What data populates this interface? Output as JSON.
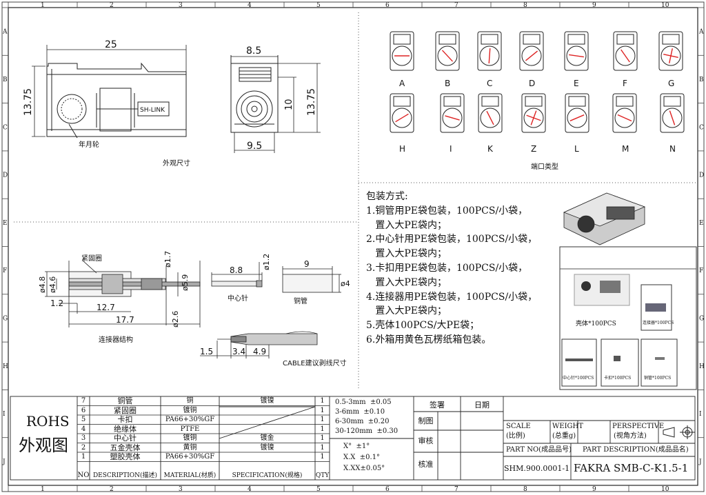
{
  "frame": {
    "cols": [
      "1",
      "2",
      "3",
      "4",
      "5",
      "6",
      "7",
      "8",
      "9",
      "10"
    ],
    "rows": [
      "A",
      "B",
      "C",
      "D",
      "E",
      "F",
      "G",
      "H",
      "I",
      "J"
    ]
  },
  "view_main": {
    "dim_length": "25",
    "dim_height": "13.75",
    "label_wheel": "年月轮",
    "brand": "SH-LINK",
    "dim_width": "8.5",
    "dim_inner": "9.5",
    "dim_h10": "10",
    "dim_h1375": "13.75",
    "caption": "外观尺寸"
  },
  "ports": {
    "labels": [
      "A",
      "B",
      "C",
      "D",
      "E",
      "F",
      "G",
      "H",
      "I",
      "K",
      "Z",
      "L",
      "M",
      "N"
    ],
    "caption": "端口类型"
  },
  "packaging": {
    "title": "包装方式:",
    "lines": [
      "1.铜管用PE袋包装，100PCS/小袋，",
      "   置入大PE袋内；",
      "2.中心针用PE袋包装，100PCS/小袋，",
      "   置入大PE袋内；",
      "3.卡扣用PE袋包装，100PCS/小袋，",
      "   置入大PE袋内；",
      "4.连接器用PE袋包装，100PCS/小袋，",
      "   置入大PE袋内；",
      "5.壳体100PCS/大PE袋；",
      "6.外箱用黄色瓦楞纸箱包装。"
    ]
  },
  "package_photos": {
    "shell": "壳体*100PCS",
    "connector": "连接器*100PCS",
    "pin": "中心针*100PCS",
    "clip": "卡扣*100PCS",
    "tube": "铜管*100PCS"
  },
  "section": {
    "label_ring": "紧固圈",
    "d48": "ø4.8",
    "d46": "ø4.6",
    "d17": "ø1.7",
    "d59": "ø5.9",
    "d26": "ø2.6",
    "l12": "1.2",
    "l127": "12.7",
    "l177": "17.7",
    "caption": "连接器结构"
  },
  "pin": {
    "l88": "8.8",
    "d12": "ø1.2",
    "caption": "中心针"
  },
  "tube": {
    "l9": "9",
    "d4": "ø4",
    "caption": "铜管"
  },
  "cable": {
    "a": "1.5",
    "b": "3.4",
    "c": "4.9",
    "caption": "CABLE建议剥线尺寸"
  },
  "title_block": {
    "rohs": "ROHS",
    "view_name": "外观图",
    "bom": [
      {
        "no": "7",
        "desc": "铜管",
        "mat": "铜",
        "spec": "镀镍",
        "qty": "1"
      },
      {
        "no": "6",
        "desc": "紧固圈",
        "mat": "镀铜",
        "spec": "",
        "qty": "1"
      },
      {
        "no": "5",
        "desc": "卡扣",
        "mat": "PA66+30%GF",
        "spec": "",
        "qty": "1"
      },
      {
        "no": "4",
        "desc": "绝缘体",
        "mat": "PTFE",
        "spec": "",
        "qty": "1"
      },
      {
        "no": "3",
        "desc": "中心针",
        "mat": "镀铜",
        "spec": "镀金",
        "qty": "1"
      },
      {
        "no": "2",
        "desc": "五金壳体",
        "mat": "黄铜",
        "spec": "镀镍",
        "qty": "1"
      },
      {
        "no": "1",
        "desc": "塑胶壳体",
        "mat": "PA66+30%GF",
        "spec": "",
        "qty": "1"
      }
    ],
    "hdr_no": "NO",
    "hdr_desc": "DESCRIPTION(描述)",
    "hdr_mat": "MATERIAL(材质)",
    "hdr_spec": "SPECIFICATION(规格)",
    "hdr_qty": "QTY",
    "tolerances": [
      "0.5-3mm  ±0.05",
      "3-6mm  ±0.10",
      "6-30mm  ±0.20",
      "30-120mm  ±0.30"
    ],
    "ang_tol": [
      "X°  ±1°",
      "X.X  ±0.1°",
      "X.XX±0.05°"
    ],
    "sign": "签署",
    "date": "日期",
    "drawn": "制图",
    "check": "审核",
    "approve": "核准",
    "scale": "SCALE",
    "scale_cn": "(比例)",
    "weight": "WEIGHT",
    "weight_cn": "(总重g)",
    "persp": "PERSPECTIVE",
    "persp_cn": "(视角方法)",
    "part_no_label": "PART NO(成品品号)",
    "part_desc_label": "PART DESCRIPTION(成品品名)",
    "part_no": "SHM.900.0001-1",
    "part_desc": "FAKRA SMB-C-K1.5-1"
  }
}
